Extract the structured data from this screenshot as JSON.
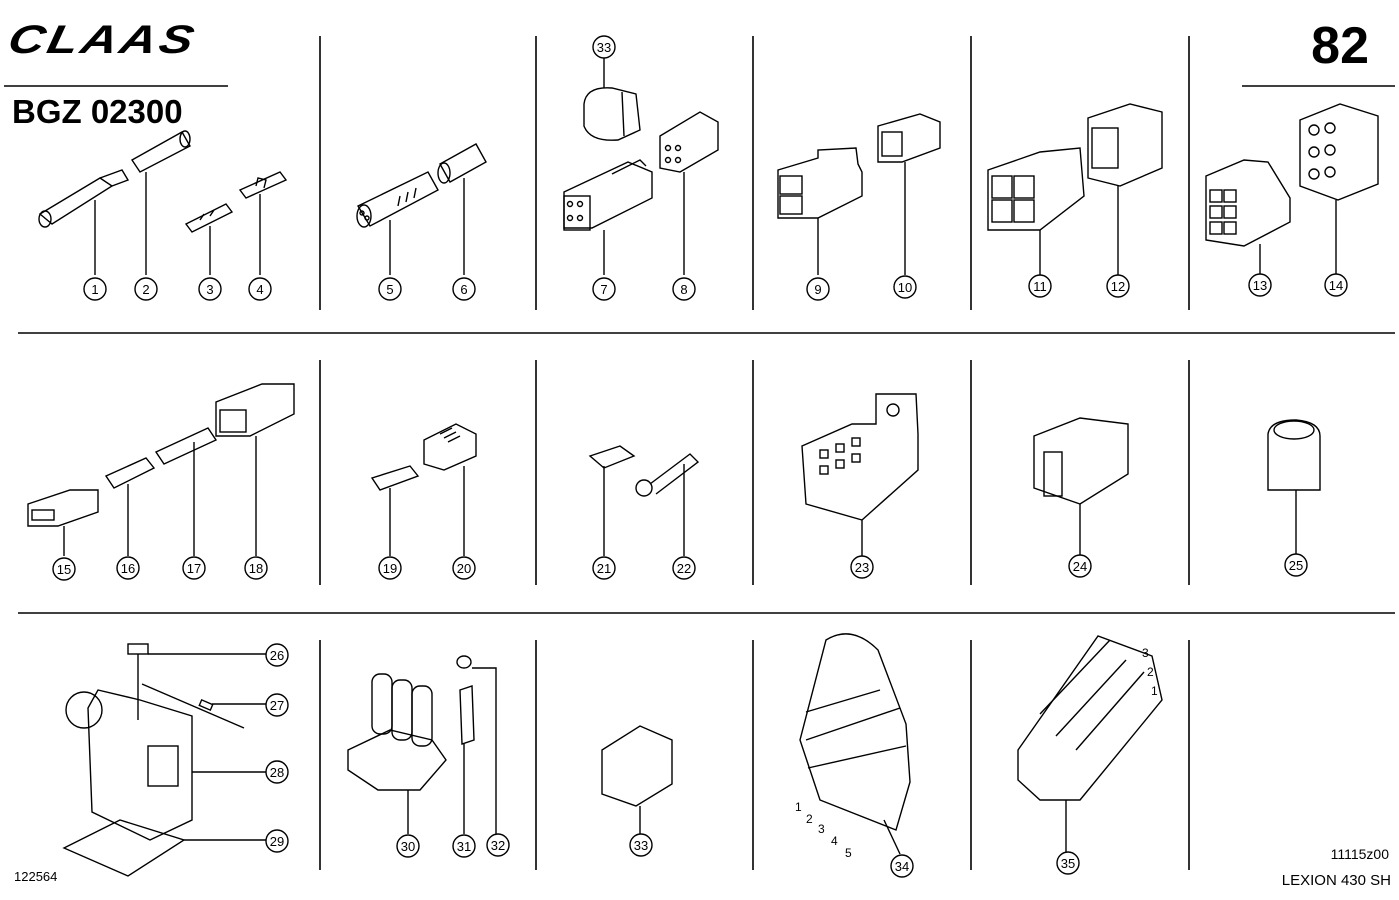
{
  "header": {
    "logo_text": "CLAAS",
    "doc_code": "BGZ 02300",
    "page_number": "82"
  },
  "footer": {
    "ref_left": "122564",
    "ref_right": "11115z00",
    "model": "LEXION 430 SH"
  },
  "parts": [
    {
      "n": "1"
    },
    {
      "n": "2"
    },
    {
      "n": "3"
    },
    {
      "n": "4"
    },
    {
      "n": "5"
    },
    {
      "n": "6"
    },
    {
      "n": "7"
    },
    {
      "n": "8"
    },
    {
      "n": "9"
    },
    {
      "n": "10"
    },
    {
      "n": "11"
    },
    {
      "n": "12"
    },
    {
      "n": "13"
    },
    {
      "n": "14"
    },
    {
      "n": "15"
    },
    {
      "n": "16"
    },
    {
      "n": "17"
    },
    {
      "n": "18"
    },
    {
      "n": "19"
    },
    {
      "n": "20"
    },
    {
      "n": "21"
    },
    {
      "n": "22"
    },
    {
      "n": "23"
    },
    {
      "n": "24"
    },
    {
      "n": "25"
    },
    {
      "n": "26"
    },
    {
      "n": "27"
    },
    {
      "n": "28"
    },
    {
      "n": "29"
    },
    {
      "n": "30"
    },
    {
      "n": "31"
    },
    {
      "n": "32"
    },
    {
      "n": "33"
    },
    {
      "n": "33"
    },
    {
      "n": "34"
    },
    {
      "n": "35"
    }
  ],
  "connector_34_pins": [
    "1",
    "2",
    "3",
    "4",
    "5"
  ],
  "connector_35_pins": [
    "3",
    "2",
    "1"
  ]
}
